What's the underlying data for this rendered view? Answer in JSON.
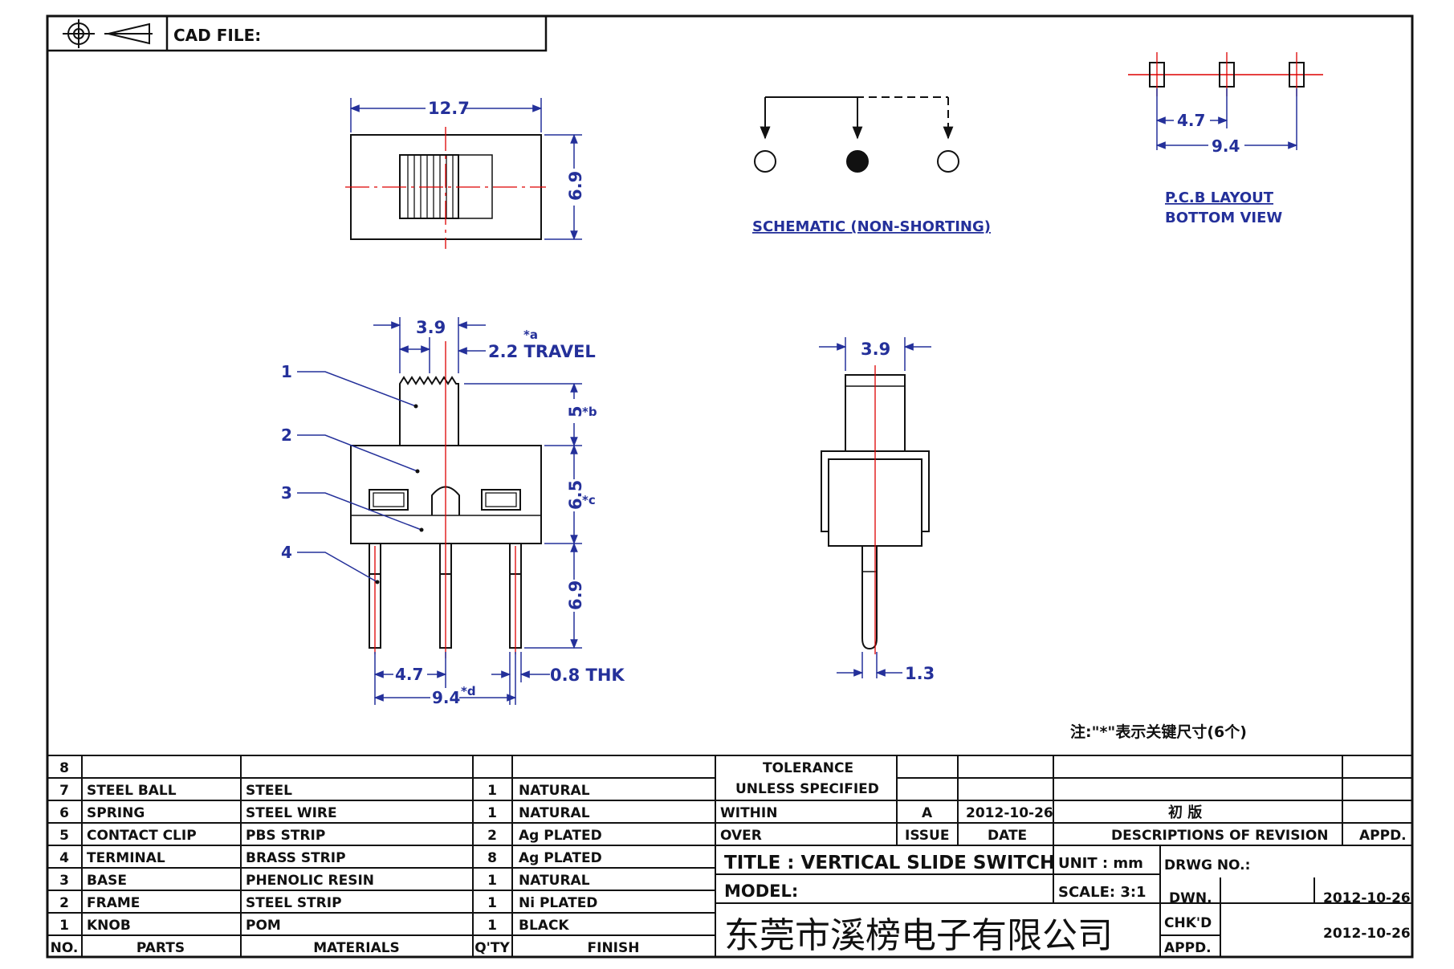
{
  "header": {
    "cad_file_label": "CAD FILE:"
  },
  "top_view": {
    "width": "12.7",
    "height": "6.9"
  },
  "schematic": {
    "label": "SCHEMATIC (NON-SHORTING)"
  },
  "pcb": {
    "pitch": "4.7",
    "span": "9.4",
    "label_line1": "P.C.B LAYOUT",
    "label_line2": "BOTTOM VIEW"
  },
  "front_view": {
    "knob_width": "3.9",
    "travel_mark": "*a",
    "travel": "2.2 TRAVEL",
    "knob_height": "5",
    "knob_height_mark": "*b",
    "body_height": "6.5",
    "body_height_mark": "*c",
    "pin_length": "6.9",
    "pitch": "4.7",
    "span": "9.4",
    "span_mark": "*d",
    "thickness": "0.8 THK",
    "callouts": [
      "1",
      "2",
      "3",
      "4"
    ]
  },
  "side_view": {
    "width": "3.9",
    "pin_width": "1.3"
  },
  "note": "注:\"*\"表示关键尺寸(6个)",
  "bom": {
    "rows": [
      {
        "no": "8",
        "part": "",
        "material": "",
        "qty": "",
        "finish": ""
      },
      {
        "no": "7",
        "part": "STEEL BALL",
        "material": "STEEL",
        "qty": "1",
        "finish": "NATURAL"
      },
      {
        "no": "6",
        "part": "SPRING",
        "material": "STEEL WIRE",
        "qty": "1",
        "finish": "NATURAL"
      },
      {
        "no": "5",
        "part": "CONTACT CLIP",
        "material": "PBS STRIP",
        "qty": "2",
        "finish": "Ag PLATED"
      },
      {
        "no": "4",
        "part": "TERMINAL",
        "material": "BRASS STRIP",
        "qty": "8",
        "finish": "Ag PLATED"
      },
      {
        "no": "3",
        "part": "BASE",
        "material": "PHENOLIC RESIN",
        "qty": "1",
        "finish": "NATURAL"
      },
      {
        "no": "2",
        "part": "FRAME",
        "material": "STEEL STRIP",
        "qty": "1",
        "finish": "Ni PLATED"
      },
      {
        "no": "1",
        "part": "KNOB",
        "material": "POM",
        "qty": "1",
        "finish": "BLACK"
      }
    ],
    "headers": {
      "no": "NO.",
      "part": "PARTS",
      "material": "MATERIALS",
      "qty": "Q'TY",
      "finish": "FINISH"
    }
  },
  "tolerance": {
    "line1": "TOLERANCE",
    "line2": "UNLESS SPECIFIED",
    "within": "WITHIN",
    "over": "OVER"
  },
  "revision": {
    "issue": "A",
    "date": "2012-10-26",
    "description": "初 版",
    "issue_h": "ISSUE",
    "date_h": "DATE",
    "desc_h": "DESCRIPTIONS OF REVISION",
    "appd_h": "APPD."
  },
  "title_block": {
    "title": "TITLE : VERTICAL SLIDE SWITCH",
    "unit": "UNIT : mm",
    "drwg": "DRWG NO.:",
    "model": "MODEL:",
    "scale": "SCALE: 3:1",
    "dwn": "DWN.",
    "dwn_date": "2012-10-26",
    "chkd": "CHK'D",
    "chkd_date": "2012-10-26",
    "appd": "APPD.",
    "company": "东莞市溪榜电子有限公司"
  }
}
